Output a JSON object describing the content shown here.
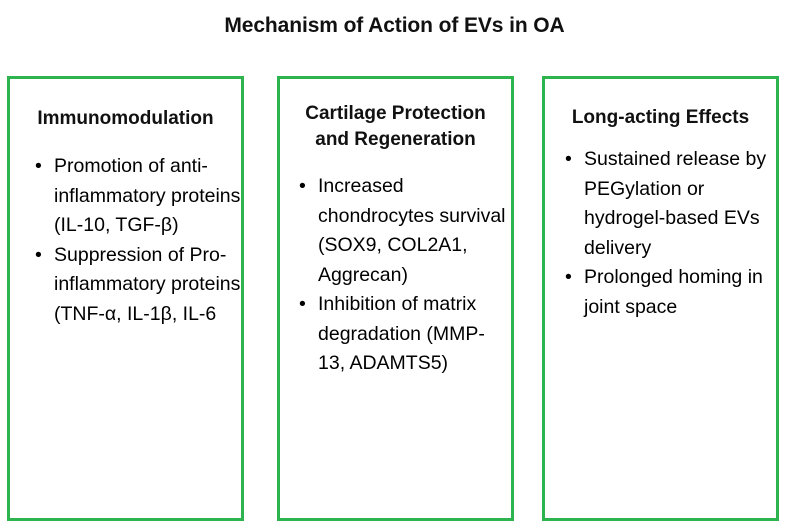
{
  "figure": {
    "title": "Mechanism of Action of EVs in OA",
    "accent_color": "#2eb44f",
    "background_color": "#ffffff",
    "text_color": "#000000"
  },
  "panels": [
    {
      "heading": "Immunomodulation",
      "bullet_marker": "•",
      "bullets": [
        "Promotion of anti-inflammatory proteins (IL-10, TGF-β)",
        "Suppression of Pro-inflammatory proteins (TNF-α, IL-1β, IL-6"
      ]
    },
    {
      "heading": "Cartilage Protection and Regeneration",
      "bullet_marker": "•",
      "bullets": [
        "Increased chondrocytes survival (SOX9, COL2A1, Aggrecan)",
        "Inhibition of matrix degradation (MMP-13, ADAMTS5)"
      ]
    },
    {
      "heading": "Long-acting Effects",
      "bullet_marker": "•",
      "bullets": [
        "Sustained release by PEGylation or hydrogel-based EVs delivery",
        "Prolonged homing in joint space"
      ]
    }
  ]
}
